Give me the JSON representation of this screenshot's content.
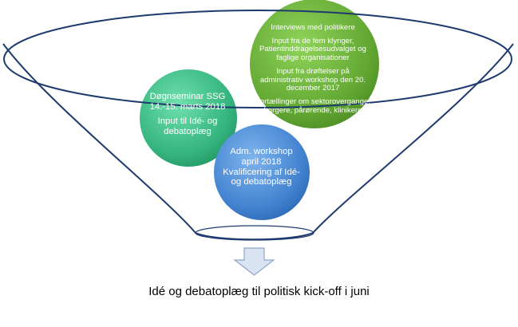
{
  "colors": {
    "funnel_stroke": "#1f3a6e",
    "green_bubble": "#6db33f",
    "teal_bubble": "#3fbf8a",
    "blue_bubble": "#4a8bd6",
    "arrow_fill": "#d9e3f2",
    "arrow_stroke": "#8fa6c8"
  },
  "bubbles": {
    "interviews": {
      "lines": [
        "Interviews med politikere",
        "Input fra de fem klynger, Patientinddragelsesudvalget og faglige organisationer",
        "Input fra drøftelser på administrativ workshop den 20. december 2017",
        "Fortællinger om sektorovergange, borgere, pårørende, klinikere"
      ]
    },
    "seminar": {
      "lines": [
        "Døgnseminar SSG 14.-15. marts 2018",
        "Input til Idé- og debatoplæg"
      ]
    },
    "workshop": {
      "lines": [
        "Adm. workshop april 2018 Kvalificering af Idé- og debatoplæg"
      ]
    }
  },
  "icons": {
    "funnel": "funnel-icon",
    "arrow": "down-arrow-icon"
  },
  "caption": "Idé og debatoplæg til politisk kick-off i juni"
}
